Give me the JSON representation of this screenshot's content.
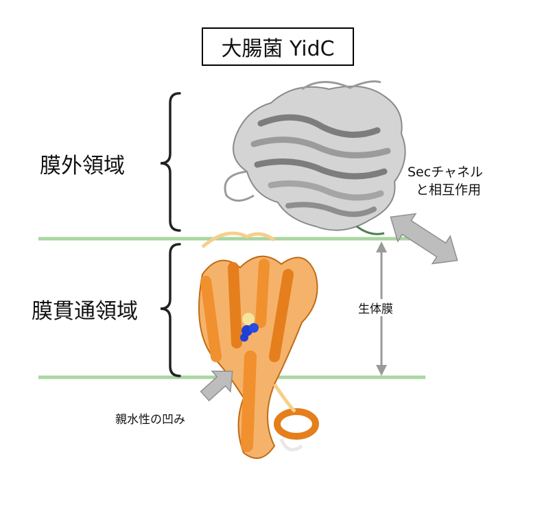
{
  "title": "大腸菌 YidC",
  "regions": {
    "extra": "膜外領域",
    "transmembrane": "膜貫通領域"
  },
  "annotations": {
    "sec_line1": "Secチャネル",
    "sec_line2": "と相互作用",
    "membrane": "生体膜",
    "pocket": "親水性の凹み"
  },
  "colors": {
    "membrane_line": "#a9d5a1",
    "helix": "#f0902e",
    "helix_light": "#f6cf8a",
    "periplasmic_domain": "#a8a8a8",
    "arrow": "#bdbdbd",
    "ligand": "#1f3fd6"
  }
}
